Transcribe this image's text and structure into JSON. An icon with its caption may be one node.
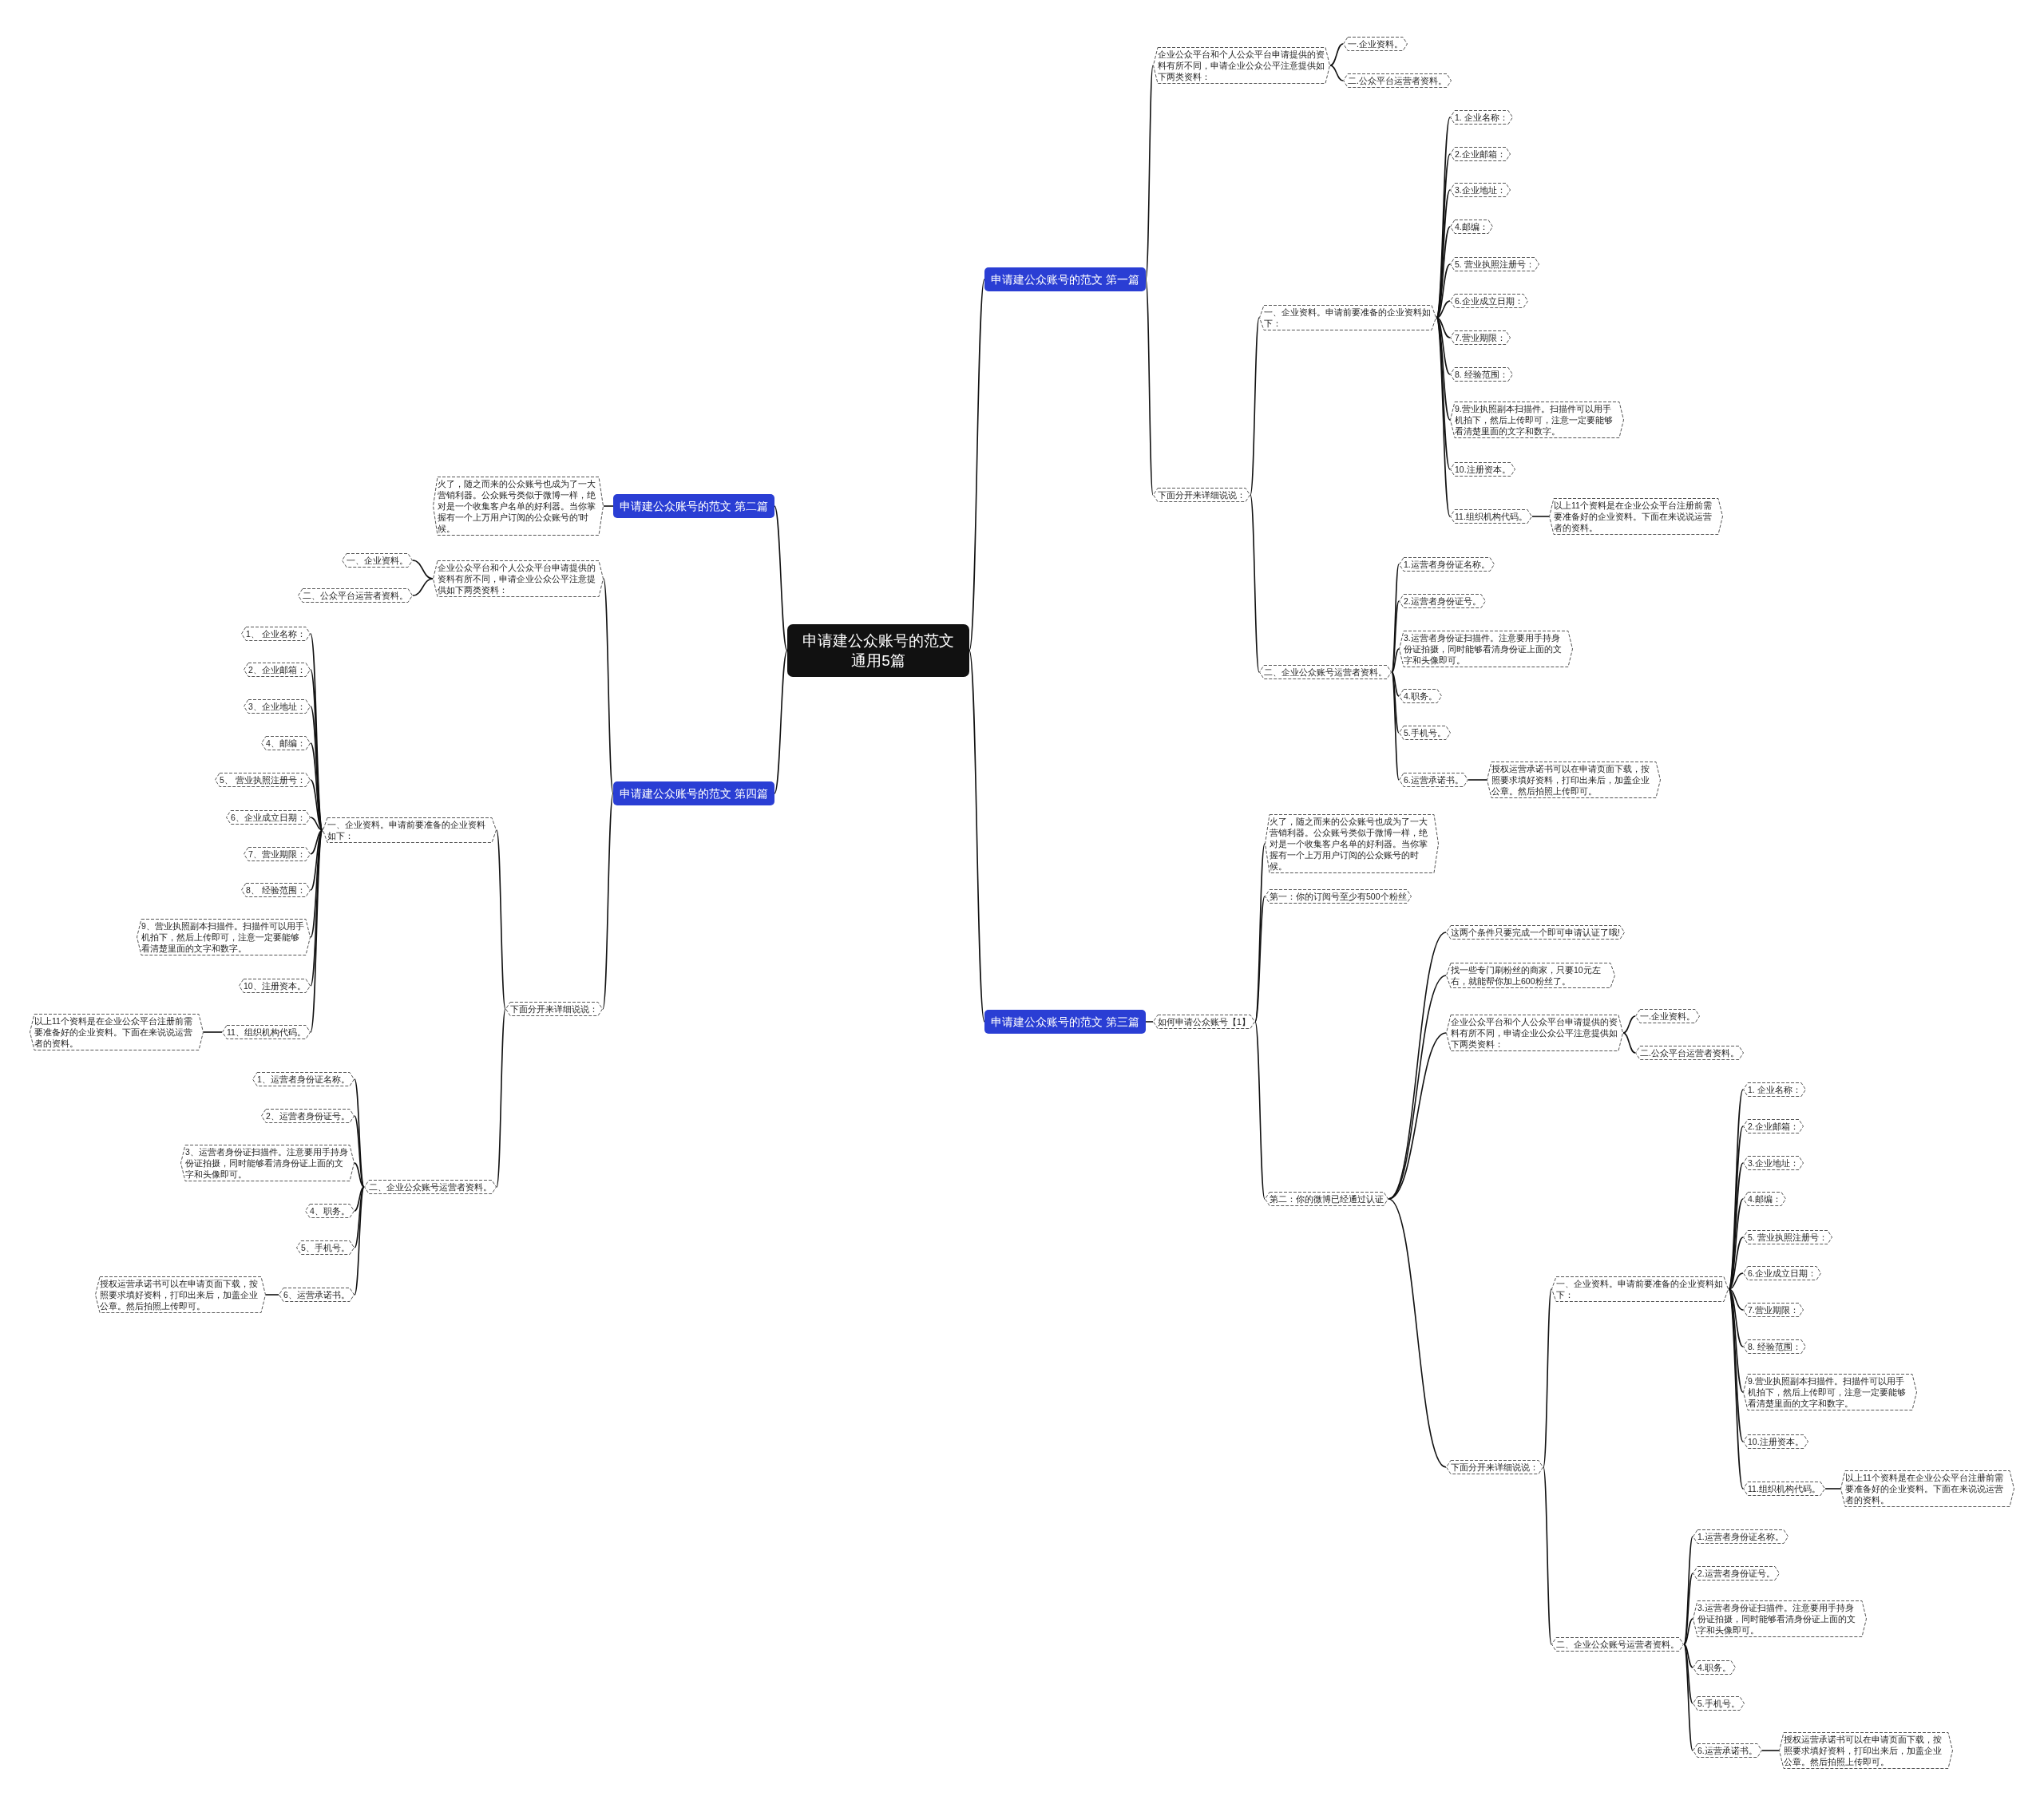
{
  "diagram": {
    "nodes": [
      {
        "text": [
          "申请建公众账号的范文通用5篇"
        ]
      },
      {
        "text": [
          "申请建公众账号的范文 第一篇"
        ]
      },
      {
        "text": [
          "企业公众平台和个人公众平台申请提供的资料有所不同，申请企业公众公平注意提供如下两类资料："
        ]
      },
      {
        "text": [
          "一.企业资料。"
        ]
      },
      {
        "text": [
          "二.公众平台运营者资料。"
        ]
      },
      {
        "text": [
          "下面分开来详细说说："
        ]
      },
      {
        "text": [
          "一、企业资料。申请前要准备的企业资料如下："
        ]
      },
      {
        "text": [
          "1. 企业名称："
        ]
      },
      {
        "text": [
          "2.企业邮箱："
        ]
      },
      {
        "text": [
          "3.企业地址："
        ]
      },
      {
        "text": [
          "4.邮编："
        ]
      },
      {
        "text": [
          "5. 营业执照注册号："
        ]
      },
      {
        "text": [
          "6.企业成立日期："
        ]
      },
      {
        "text": [
          "7.营业期限："
        ]
      },
      {
        "text": [
          "8. 经验范围："
        ]
      },
      {
        "text": [
          "9.营业执照副本扫描件。扫描件可以用手机拍下，然后上传即可，注意一定要能够看清楚里面的文字和数字。"
        ]
      },
      {
        "text": [
          "10.注册资本。"
        ]
      },
      {
        "text": [
          "11.组织机构代码。"
        ]
      },
      {
        "text": [
          "以上11个资料是在企业公众平台注册前需要准备好的企业资料。下面在来说说运营者的资料。"
        ]
      },
      {
        "text": [
          "二、企业公众账号运营者资料。"
        ]
      },
      {
        "text": [
          "1.运营者身份证名称。"
        ]
      },
      {
        "text": [
          "2.运营者身份证号。"
        ]
      },
      {
        "text": [
          "3.运营者身份证扫描件。注意要用手持身份证拍摄，同时能够看清身份证上面的文字和头像即可。"
        ]
      },
      {
        "text": [
          "4.职务。"
        ]
      },
      {
        "text": [
          "5.手机号。"
        ]
      },
      {
        "text": [
          "6.运营承诺书。"
        ]
      },
      {
        "text": [
          "授权运营承诺书可以在申请页面下载，按照要求填好资料，打印出来后，加盖企业公章。然后拍照上传即可。"
        ]
      },
      {
        "text": [
          "申请建公众账号的范文 第三篇"
        ]
      },
      {
        "text": [
          "如何申请公众账号【1】"
        ]
      },
      {
        "text": [
          "火了，随之而来的公众账号也成为了一大营销利器。公众账号类似于微博一样，绝对是一个收集客户名单的好利器。当你掌握有一个上万用户订阅的公众账号的时候。"
        ]
      },
      {
        "text": [
          "第一：你的订阅号至少有500个粉丝"
        ]
      },
      {
        "text": [
          "第二：你的微博已经通过认证"
        ]
      },
      {
        "text": [
          "这两个条件只要完成一个即可申请认证了哦!"
        ]
      },
      {
        "text": [
          "找一些专门刷粉丝的商家，只要10元左右，就能帮你加上600粉丝了。"
        ]
      },
      {
        "text": [
          "企业公众平台和个人公众平台申请提供的资料有所不同，申请企业公众公平注意提供如下两类资料："
        ]
      },
      {
        "text": [
          "一.企业资料。"
        ]
      },
      {
        "text": [
          "二.公众平台运营者资料。"
        ]
      },
      {
        "text": [
          "下面分开来详细说说："
        ]
      },
      {
        "text": [
          "一、企业资料。申请前要准备的企业资料如下："
        ]
      },
      {
        "text": [
          "1. 企业名称："
        ]
      },
      {
        "text": [
          "2.企业邮箱："
        ]
      },
      {
        "text": [
          "3.企业地址："
        ]
      },
      {
        "text": [
          "4.邮编："
        ]
      },
      {
        "text": [
          "5. 营业执照注册号："
        ]
      },
      {
        "text": [
          "6.企业成立日期："
        ]
      },
      {
        "text": [
          "7.营业期限："
        ]
      },
      {
        "text": [
          "8. 经验范围："
        ]
      },
      {
        "text": [
          "9.营业执照副本扫描件。扫描件可以用手机拍下，然后上传即可，注意一定要能够看清楚里面的文字和数字。"
        ]
      },
      {
        "text": [
          "10.注册资本。"
        ]
      },
      {
        "text": [
          "11.组织机构代码。"
        ]
      },
      {
        "text": [
          "以上11个资料是在企业公众平台注册前需要准备好的企业资料。下面在来说说运营者的资料。"
        ]
      },
      {
        "text": [
          "二、企业公众账号运营者资料。"
        ]
      },
      {
        "text": [
          "1.运营者身份证名称。"
        ]
      },
      {
        "text": [
          "2.运营者身份证号。"
        ]
      },
      {
        "text": [
          "3.运营者身份证扫描件。注意要用手持身份证拍摄，同时能够看清身份证上面的文字和头像即可。"
        ]
      },
      {
        "text": [
          "4.职务。"
        ]
      },
      {
        "text": [
          "5.手机号。"
        ]
      },
      {
        "text": [
          "6.运营承诺书。"
        ]
      },
      {
        "text": [
          "授权运营承诺书可以在申请页面下载，按照要求填好资料，打印出来后，加盖企业公章。然后拍照上传即可。"
        ]
      },
      {
        "text": [
          "申请建公众账号的范文 第二篇"
        ]
      },
      {
        "text": [
          "火了，随之而来的公众账号也成为了一大营销利器。公众账号类似于微博一样，绝对是一个收集客户名单的好利器。当你掌握有一个上万用户订阅的公众账号的'时候。"
        ]
      },
      {
        "text": [
          "申请建公众账号的范文 第四篇"
        ]
      },
      {
        "text": [
          "企业公众平台和个人公众平台申请提供的资料有所不同，申请企业公众公平注意提供如下两类资料："
        ]
      },
      {
        "text": [
          "一、企业资料。"
        ]
      },
      {
        "text": [
          "二、公众平台运营者资料。"
        ]
      },
      {
        "text": [
          "下面分开来详细说说："
        ]
      },
      {
        "text": [
          "一、企业资料。申请前要准备的企业资料如下："
        ]
      },
      {
        "text": [
          "1、 企业名称："
        ]
      },
      {
        "text": [
          "2、企业邮箱："
        ]
      },
      {
        "text": [
          "3、企业地址："
        ]
      },
      {
        "text": [
          "4、邮编："
        ]
      },
      {
        "text": [
          "5、 营业执照注册号："
        ]
      },
      {
        "text": [
          "6、企业成立日期："
        ]
      },
      {
        "text": [
          "7、营业期限："
        ]
      },
      {
        "text": [
          "8、 经验范围："
        ]
      },
      {
        "text": [
          "9、营业执照副本扫描件。扫描件可以用手机拍下，然后上传即可，注意一定要能够看清楚里面的文字和数字。"
        ]
      },
      {
        "text": [
          "10、注册资本。"
        ]
      },
      {
        "text": [
          "11、组织机构代码。"
        ]
      },
      {
        "text": [
          "以上11个资料是在企业公众平台注册前需要准备好的企业资料。下面在来说说运营者的资料。"
        ]
      },
      {
        "text": [
          "二、企业公众账号运营者资料。"
        ]
      },
      {
        "text": [
          "1、运营者身份证名称。"
        ]
      },
      {
        "text": [
          "2、运营者身份证号。"
        ]
      },
      {
        "text": [
          "3、运营者身份证扫描件。注意要用手持身份证拍摄，同时能够看清身份证上面的文字和头像即可。"
        ]
      },
      {
        "text": [
          "4、职务。"
        ]
      },
      {
        "text": [
          "5、手机号。"
        ]
      },
      {
        "text": [
          "6、运营承诺书。"
        ]
      },
      {
        "text": [
          "授权运营承诺书可以在申请页面下载，按照要求填好资料，打印出来后，加盖企业公章。然后拍照上传即可。"
        ]
      }
    ],
    "edges": [
      {
        "from": 0,
        "to": 1,
        "arrow": "none"
      },
      {
        "from": 1,
        "to": 2,
        "arrow": "none"
      },
      {
        "from": 2,
        "to": 3,
        "arrow": "none"
      },
      {
        "from": 2,
        "to": 4,
        "arrow": "none"
      },
      {
        "from": 1,
        "to": 5,
        "arrow": "none"
      },
      {
        "from": 5,
        "to": 6,
        "arrow": "none"
      },
      {
        "from": 6,
        "to": 7,
        "arrow": "none"
      },
      {
        "from": 6,
        "to": 8,
        "arrow": "none"
      },
      {
        "from": 6,
        "to": 9,
        "arrow": "none"
      },
      {
        "from": 6,
        "to": 10,
        "arrow": "none"
      },
      {
        "from": 6,
        "to": 11,
        "arrow": "none"
      },
      {
        "from": 6,
        "to": 12,
        "arrow": "none"
      },
      {
        "from": 6,
        "to": 13,
        "arrow": "none"
      },
      {
        "from": 6,
        "to": 14,
        "arrow": "none"
      },
      {
        "from": 6,
        "to": 15,
        "arrow": "none"
      },
      {
        "from": 6,
        "to": 16,
        "arrow": "none"
      },
      {
        "from": 6,
        "to": 17,
        "arrow": "none"
      },
      {
        "from": 17,
        "to": 18,
        "arrow": "none"
      },
      {
        "from": 5,
        "to": 19,
        "arrow": "none"
      },
      {
        "from": 19,
        "to": 20,
        "arrow": "none"
      },
      {
        "from": 19,
        "to": 21,
        "arrow": "none"
      },
      {
        "from": 19,
        "to": 22,
        "arrow": "none"
      },
      {
        "from": 19,
        "to": 23,
        "arrow": "none"
      },
      {
        "from": 19,
        "to": 24,
        "arrow": "none"
      },
      {
        "from": 19,
        "to": 25,
        "arrow": "none"
      },
      {
        "from": 25,
        "to": 26,
        "arrow": "none"
      },
      {
        "from": 0,
        "to": 27,
        "arrow": "none"
      },
      {
        "from": 27,
        "to": 28,
        "arrow": "none"
      },
      {
        "from": 28,
        "to": 29,
        "arrow": "none"
      },
      {
        "from": 28,
        "to": 30,
        "arrow": "none"
      },
      {
        "from": 28,
        "to": 31,
        "arrow": "none"
      },
      {
        "from": 31,
        "to": 32,
        "arrow": "none"
      },
      {
        "from": 31,
        "to": 33,
        "arrow": "none"
      },
      {
        "from": 31,
        "to": 34,
        "arrow": "none"
      },
      {
        "from": 34,
        "to": 35,
        "arrow": "none"
      },
      {
        "from": 34,
        "to": 36,
        "arrow": "none"
      },
      {
        "from": 31,
        "to": 37,
        "arrow": "none"
      },
      {
        "from": 37,
        "to": 38,
        "arrow": "none"
      },
      {
        "from": 38,
        "to": 39,
        "arrow": "none"
      },
      {
        "from": 38,
        "to": 40,
        "arrow": "none"
      },
      {
        "from": 38,
        "to": 41,
        "arrow": "none"
      },
      {
        "from": 38,
        "to": 42,
        "arrow": "none"
      },
      {
        "from": 38,
        "to": 43,
        "arrow": "none"
      },
      {
        "from": 38,
        "to": 44,
        "arrow": "none"
      },
      {
        "from": 38,
        "to": 45,
        "arrow": "none"
      },
      {
        "from": 38,
        "to": 46,
        "arrow": "none"
      },
      {
        "from": 38,
        "to": 47,
        "arrow": "none"
      },
      {
        "from": 38,
        "to": 48,
        "arrow": "none"
      },
      {
        "from": 38,
        "to": 49,
        "arrow": "none"
      },
      {
        "from": 49,
        "to": 50,
        "arrow": "none"
      },
      {
        "from": 37,
        "to": 51,
        "arrow": "none"
      },
      {
        "from": 51,
        "to": 52,
        "arrow": "none"
      },
      {
        "from": 51,
        "to": 53,
        "arrow": "none"
      },
      {
        "from": 51,
        "to": 54,
        "arrow": "none"
      },
      {
        "from": 51,
        "to": 55,
        "arrow": "none"
      },
      {
        "from": 51,
        "to": 56,
        "arrow": "none"
      },
      {
        "from": 51,
        "to": 57,
        "arrow": "none"
      },
      {
        "from": 57,
        "to": 58,
        "arrow": "none"
      },
      {
        "from": 0,
        "to": 59,
        "arrow": "none"
      },
      {
        "from": 59,
        "to": 60,
        "arrow": "none"
      },
      {
        "from": 0,
        "to": 61,
        "arrow": "none"
      },
      {
        "from": 61,
        "to": 62,
        "arrow": "none"
      },
      {
        "from": 62,
        "to": 63,
        "arrow": "none"
      },
      {
        "from": 62,
        "to": 64,
        "arrow": "none"
      },
      {
        "from": 61,
        "to": 65,
        "arrow": "none"
      },
      {
        "from": 65,
        "to": 66,
        "arrow": "none"
      },
      {
        "from": 66,
        "to": 67,
        "arrow": "none"
      },
      {
        "from": 66,
        "to": 68,
        "arrow": "none"
      },
      {
        "from": 66,
        "to": 69,
        "arrow": "none"
      },
      {
        "from": 66,
        "to": 70,
        "arrow": "none"
      },
      {
        "from": 66,
        "to": 71,
        "arrow": "none"
      },
      {
        "from": 66,
        "to": 72,
        "arrow": "none"
      },
      {
        "from": 66,
        "to": 73,
        "arrow": "none"
      },
      {
        "from": 66,
        "to": 74,
        "arrow": "none"
      },
      {
        "from": 66,
        "to": 75,
        "arrow": "none"
      },
      {
        "from": 66,
        "to": 76,
        "arrow": "none"
      },
      {
        "from": 66,
        "to": 77,
        "arrow": "none"
      },
      {
        "from": 77,
        "to": 78,
        "arrow": "none"
      },
      {
        "from": 65,
        "to": 79,
        "arrow": "none"
      },
      {
        "from": 79,
        "to": 80,
        "arrow": "none"
      },
      {
        "from": 79,
        "to": 81,
        "arrow": "none"
      },
      {
        "from": 79,
        "to": 82,
        "arrow": "none"
      },
      {
        "from": 79,
        "to": 83,
        "arrow": "none"
      },
      {
        "from": 79,
        "to": 84,
        "arrow": "none"
      },
      {
        "from": 79,
        "to": 85,
        "arrow": "none"
      },
      {
        "from": 85,
        "to": 86,
        "arrow": "none"
      }
    ]
  }
}
